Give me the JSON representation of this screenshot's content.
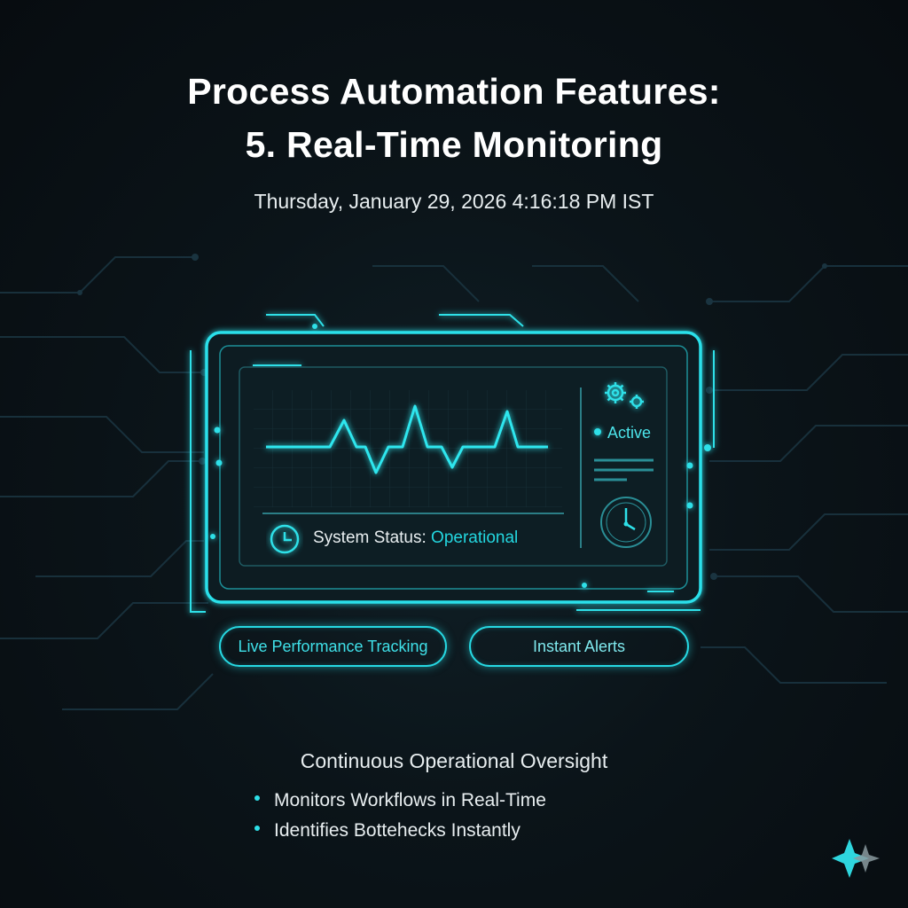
{
  "header": {
    "title_line_1": "Process Automation Features:",
    "title_line_2": "5. Real-Time Monitoring",
    "timestamp": "Thursday, January 29, 2026 4:16:18 PM IST"
  },
  "monitor": {
    "active_label": "Active",
    "status_label": "System Status: ",
    "status_value": "Operational",
    "icons": [
      "gears-icon",
      "clock-icon",
      "pulse-waveform-icon"
    ]
  },
  "tags": {
    "live_label": "Live Performance Tracking",
    "alerts_label": "Instant Alerts"
  },
  "summary": {
    "heading": "Continuous Operational Oversight",
    "bullets": [
      "Monitors Workflows in Real-Time",
      "Identifies Bottehecks Instantly"
    ]
  },
  "colors": {
    "background": "#0a1116",
    "accent": "#26d8e2",
    "text": "#e8eef0"
  },
  "logo": "sparkle-icon"
}
